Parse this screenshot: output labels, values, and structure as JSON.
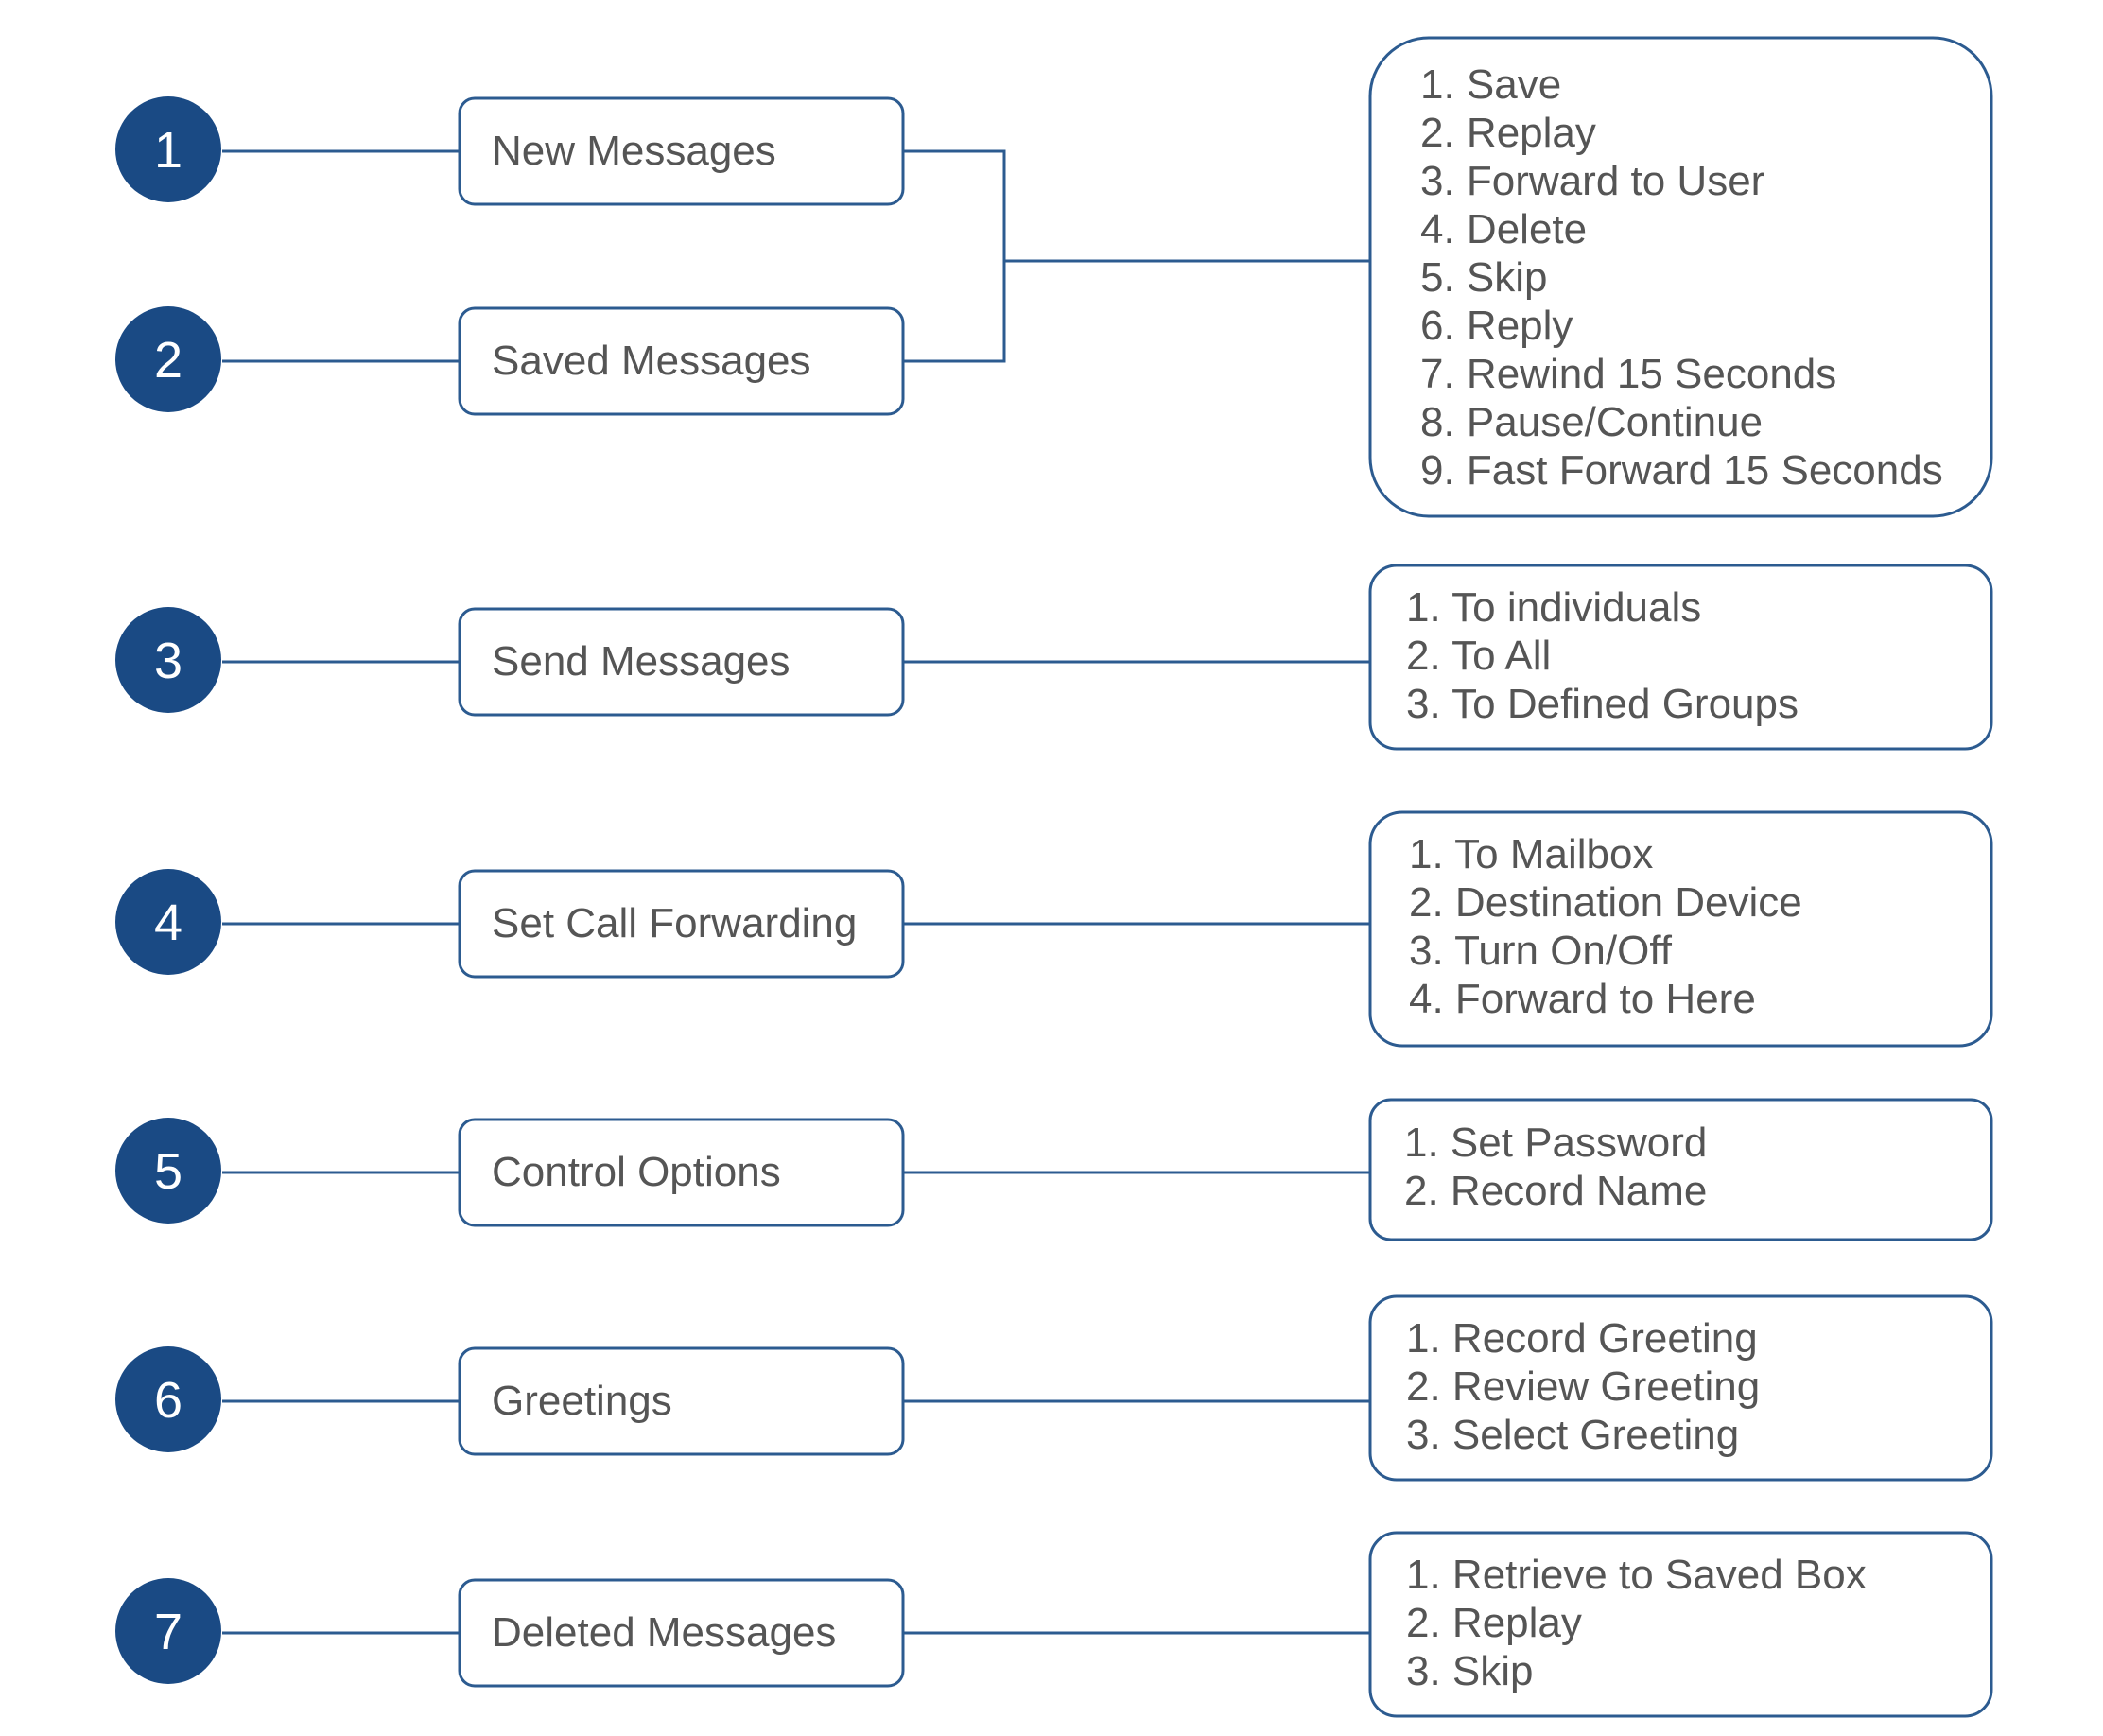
{
  "colors": {
    "circle_fill": "#1a4a84",
    "line": "#2c5b90",
    "box_border": "#2c5b90",
    "text": "#555555",
    "number_text": "#ffffff"
  },
  "menu": [
    {
      "number": "1",
      "label": "New Messages"
    },
    {
      "number": "2",
      "label": "Saved Messages"
    },
    {
      "number": "3",
      "label": "Send Messages"
    },
    {
      "number": "4",
      "label": "Set Call Forwarding"
    },
    {
      "number": "5",
      "label": "Control Options"
    },
    {
      "number": "6",
      "label": "Greetings"
    },
    {
      "number": "7",
      "label": "Deleted Messages"
    }
  ],
  "option_groups": [
    {
      "for": [
        "1",
        "2"
      ],
      "options": [
        "1. Save",
        "2. Replay",
        "3. Forward to User",
        "4. Delete",
        "5. Skip",
        "6. Reply",
        "7. Rewind 15 Seconds",
        "8. Pause/Continue",
        "9. Fast Forward 15 Seconds"
      ]
    },
    {
      "for": [
        "3"
      ],
      "options": [
        "1. To individuals",
        "2. To All",
        "3. To Defined Groups"
      ]
    },
    {
      "for": [
        "4"
      ],
      "options": [
        "1. To Mailbox",
        "2. Destination Device",
        "3. Turn On/Off",
        "4. Forward to Here"
      ]
    },
    {
      "for": [
        "5"
      ],
      "options": [
        "1. Set Password",
        "2. Record Name"
      ]
    },
    {
      "for": [
        "6"
      ],
      "options": [
        "1. Record Greeting",
        "2. Review Greeting",
        "3. Select Greeting"
      ]
    },
    {
      "for": [
        "7"
      ],
      "options": [
        "1. Retrieve to Saved Box",
        "2. Replay",
        "3. Skip"
      ]
    }
  ]
}
